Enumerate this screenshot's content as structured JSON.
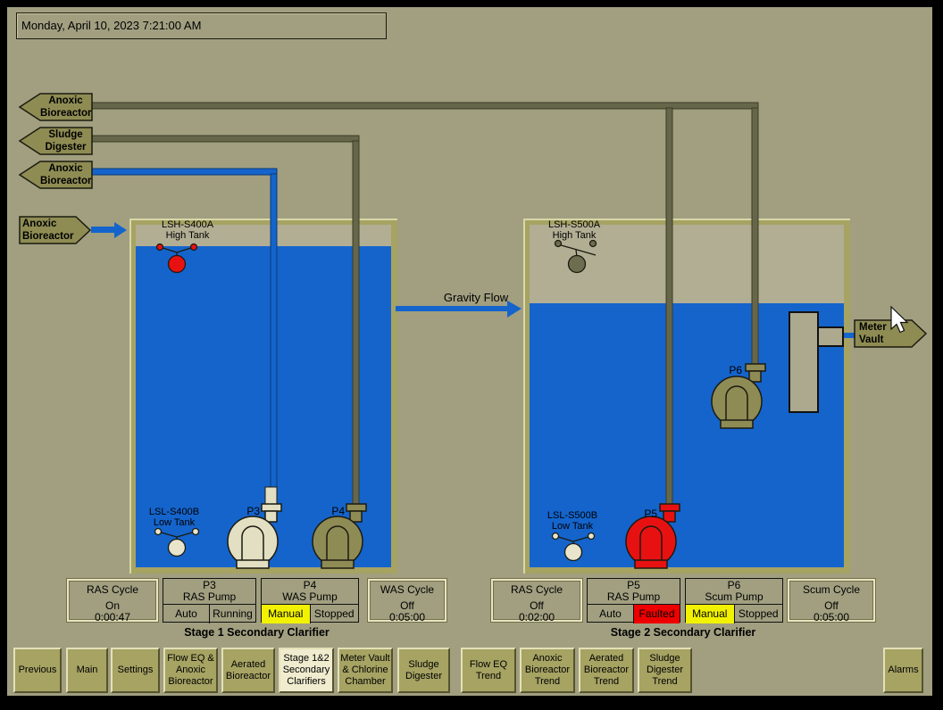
{
  "timestamp": "Monday, April 10, 2023 7:21:00 AM",
  "flow_labels": {
    "to_anoxic_top": "Anoxic\nBioreactor",
    "to_sludge_digester": "Sludge\nDigester",
    "to_anoxic_mid": "Anoxic\nBioreactor",
    "from_anoxic": "Anoxic\nBioreactor",
    "to_meter_vault": "Meter\nVault",
    "gravity_flow": "Gravity Flow"
  },
  "stage1": {
    "title": "Stage 1 Secondary Clarifier",
    "lsh": "LSH-S400A\nHigh Tank",
    "lsl": "LSL-S400B\nLow Tank",
    "ras_cycle": {
      "title": "RAS Cycle",
      "state": "On",
      "time": "0:00:47"
    },
    "pump_a": {
      "tag": "P3",
      "name": "RAS Pump",
      "mode": "Auto",
      "status": "Running"
    },
    "pump_b": {
      "tag": "P4",
      "name": "WAS Pump",
      "mode": "Manual",
      "status": "Stopped"
    },
    "was_cycle": {
      "title": "WAS Cycle",
      "state": "Off",
      "time": "0:05:00"
    }
  },
  "stage2": {
    "title": "Stage 2 Secondary Clarifier",
    "lsh": "LSH-S500A\nHigh Tank",
    "lsl": "LSL-S500B\nLow Tank",
    "ras_cycle": {
      "title": "RAS Cycle",
      "state": "Off",
      "time": "0:02:00"
    },
    "pump_a": {
      "tag": "P5",
      "name": "RAS Pump",
      "mode": "Auto",
      "status": "Faulted"
    },
    "pump_b": {
      "tag": "P6",
      "name": "Scum Pump",
      "mode": "Manual",
      "status": "Stopped"
    },
    "scum_cycle": {
      "title": "Scum Cycle",
      "state": "Off",
      "time": "0:05:00"
    }
  },
  "nav": {
    "buttons": [
      {
        "label": "Previous",
        "active": false
      },
      {
        "label": "Main",
        "active": false
      },
      {
        "label": "Settings",
        "active": false
      },
      {
        "label": "Flow EQ &\nAnoxic\nBioreactor",
        "active": false
      },
      {
        "label": "Aerated\nBioreactor",
        "active": false
      },
      {
        "label": "Stage 1&2\nSecondary\nClarifiers",
        "active": true
      },
      {
        "label": "Meter Vault\n& Chlorine\nChamber",
        "active": false
      },
      {
        "label": "Sludge\nDigester",
        "active": false
      },
      {
        "label": "Flow EQ\nTrend",
        "active": false
      },
      {
        "label": "Anoxic\nBioreactor\nTrend",
        "active": false
      },
      {
        "label": "Aerated\nBioreactor\nTrend",
        "active": false
      },
      {
        "label": "Sludge\nDigester\nTrend",
        "active": false
      },
      {
        "label": "Alarms",
        "active": false
      }
    ]
  },
  "colors": {
    "screen_bg": "#A19F80",
    "tank_wall": "#A6A363",
    "tank_headspace": "#B2AE94",
    "water": "#1464CC",
    "pipe_dark": "#66664A",
    "pipe_blue": "#1464CC",
    "label_fill": "#8E8C53",
    "pump_running": "#E3DFC3",
    "pump_stopped": "#8F8B55",
    "pump_faulted": "#E81111",
    "float_active": "#E81111",
    "float_normal": "#E9E5CD",
    "float_idle": "#6E6D50",
    "status_manual_bg": "#F2F200",
    "status_faulted_bg": "#EE0000",
    "button_face": "#A6A363",
    "button_active_face": "#EFECCF",
    "meter_fill": "#ACA98E"
  }
}
